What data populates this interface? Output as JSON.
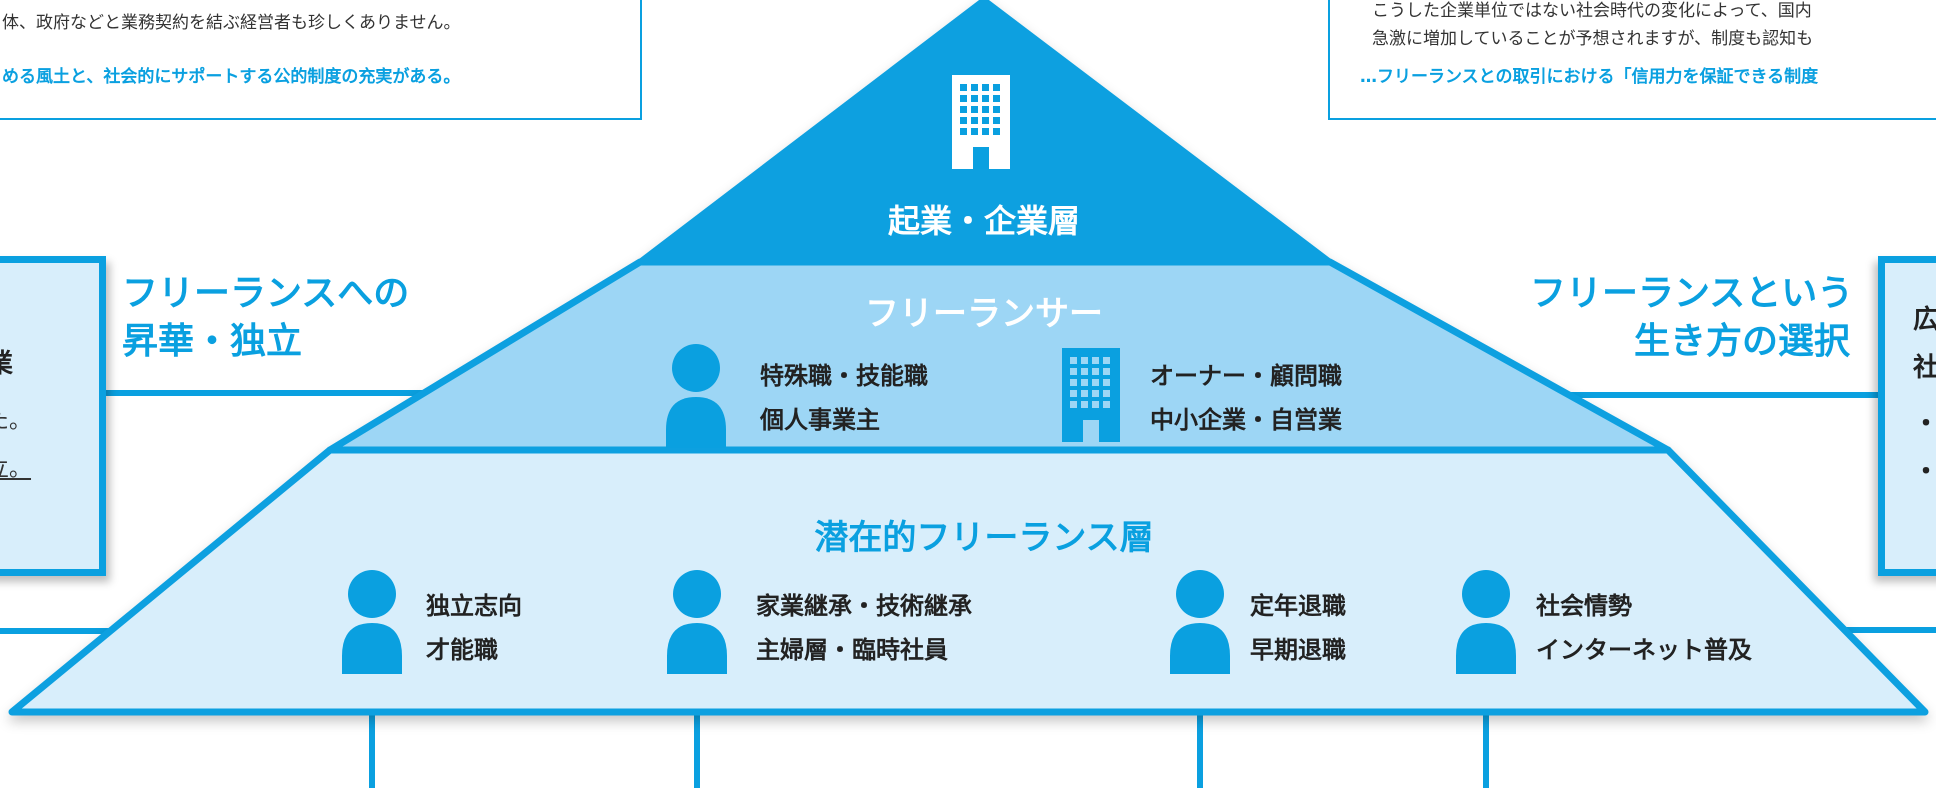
{
  "notes": {
    "top_left": {
      "line1": "体、政府などと業務契約を結ぶ経営者も珍しくありません。",
      "line2": "める風土と、社会的にサポートする公的制度の充実がある。"
    },
    "top_right": {
      "line0": "こうした企業単位ではない社会時代の変化によって、国内",
      "line1": "急激に増加していることが予想されますが、制度も認知も",
      "line2": "…フリーランスとの取引における「信用力を保証できる制度"
    }
  },
  "side_headings": {
    "left": [
      "フリーランスへの",
      "昇華・独立"
    ],
    "right": [
      "フリーランスという",
      "生き方の選択"
    ]
  },
  "side_boxes": {
    "left": [
      "業",
      "た。",
      "立。",
      "。"
    ],
    "right": [
      "広",
      "社",
      "・",
      "・"
    ]
  },
  "pyramid": {
    "top": {
      "title": "起業・企業層"
    },
    "middle": {
      "title": "フリーランサー",
      "groups": [
        {
          "icon": "person-icon",
          "lines": [
            "特殊職・技能職",
            "個人事業主"
          ]
        },
        {
          "icon": "building-icon",
          "lines": [
            "オーナー・顧問職",
            "中小企業・自営業"
          ]
        }
      ]
    },
    "bottom": {
      "title": "潜在的フリーランス層",
      "groups": [
        {
          "icon": "person-icon",
          "lines": [
            "独立志向",
            "才能職"
          ]
        },
        {
          "icon": "person-icon",
          "lines": [
            "家業継承・技術継承",
            "主婦層・臨時社員"
          ]
        },
        {
          "icon": "person-icon",
          "lines": [
            "定年退職",
            "早期退職"
          ]
        },
        {
          "icon": "person-icon",
          "lines": [
            "社会情勢",
            "インターネット普及"
          ]
        }
      ]
    }
  },
  "colors": {
    "accent": "#0aa0e0",
    "tier_top": "#0aa0e0",
    "tier_middle": "#9dd6f5",
    "tier_bottom": "#d8eefb",
    "border": "#0aa0e0"
  }
}
